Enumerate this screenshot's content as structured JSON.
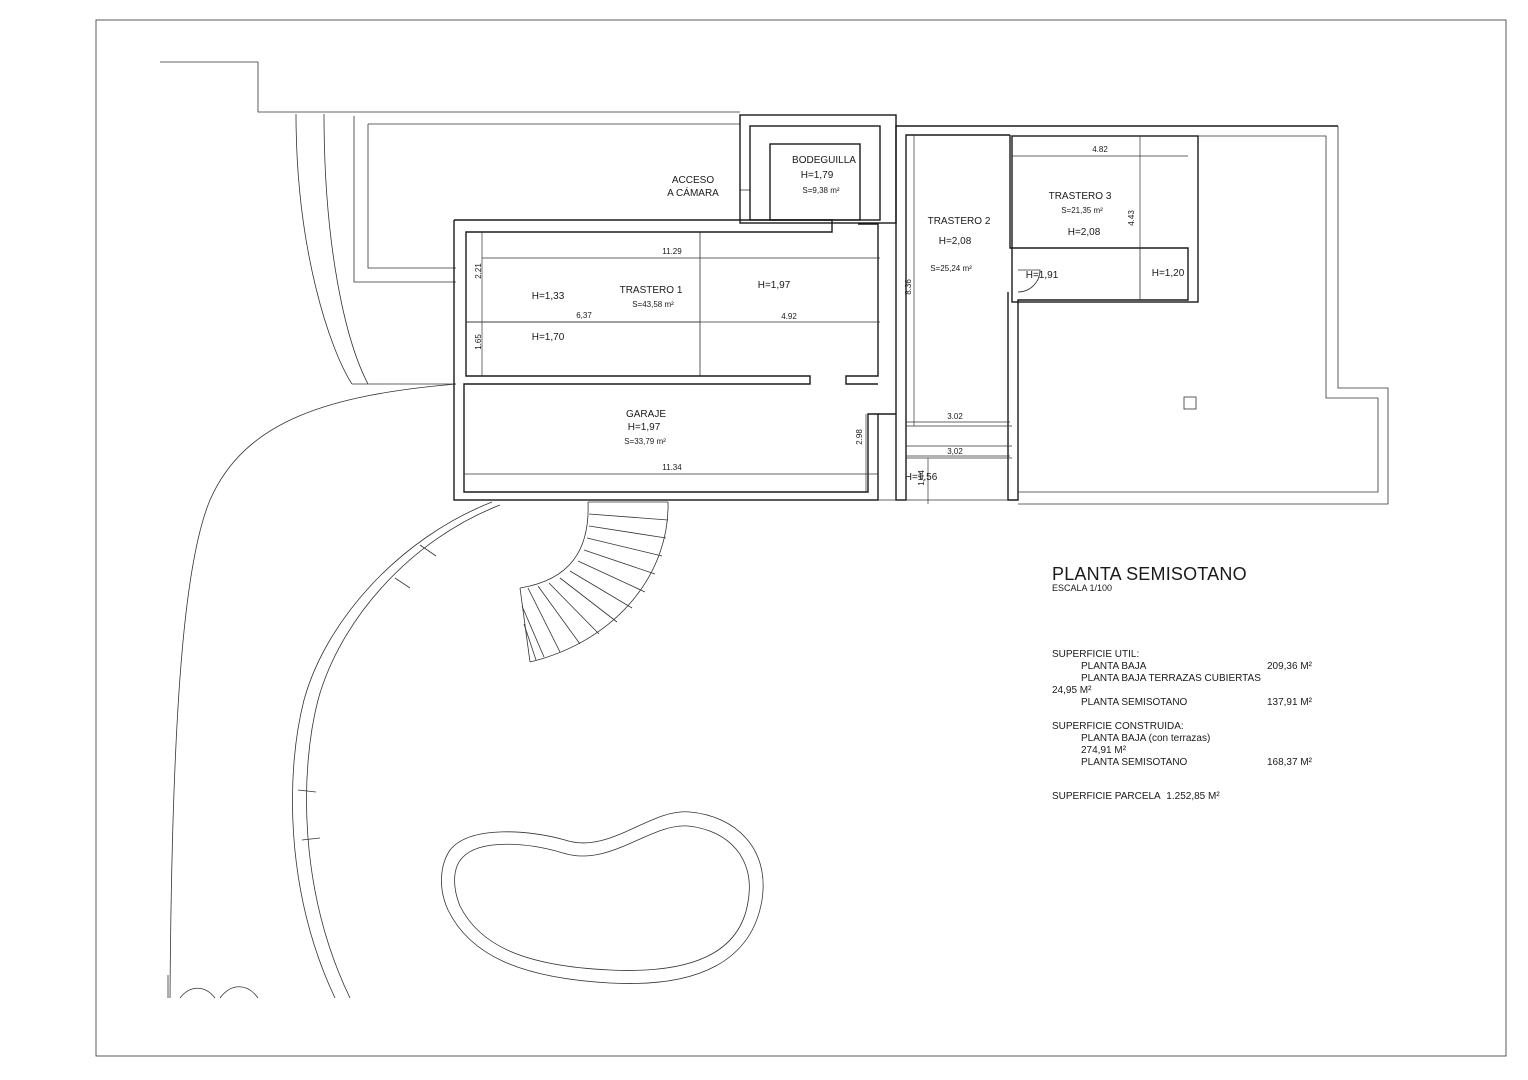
{
  "plan": {
    "title": "PLANTA SEMISOTANO",
    "scale": "ESCALA 1/100",
    "rooms": {
      "bodeguilla": {
        "name": "BODEGUILLA",
        "height": "H=1,79",
        "area": "S=9,38 m²"
      },
      "acceso_1": "ACCESO",
      "acceso_2": "A CÁMARA",
      "trastero1": {
        "name": "TRASTERO 1",
        "area": "S=43,58 m²",
        "h_a": "H=1,33",
        "h_b": "H=1,97",
        "h_c": "H=1,70"
      },
      "trastero2": {
        "name": "TRASTERO 2",
        "height": "H=2,08",
        "area": "S=25,24 m²"
      },
      "trastero3": {
        "name": "TRASTERO 3",
        "area": "S=21,35 m²",
        "height": "H=2,08",
        "h_a": "H=1,91",
        "h_b": "H=1,20"
      },
      "garaje": {
        "name": "GARAJE",
        "height": "H=1,97",
        "area": "S=33,79 m²"
      },
      "small": {
        "height": "H=1,56"
      }
    },
    "dimensions": {
      "d_11_29": "11.29",
      "d_2_21": "2.21",
      "d_6_37": "6,37",
      "d_4_92": "4.92",
      "d_1_65": "1.65",
      "d_8_36": "8.36",
      "d_4_82": "4.82",
      "d_4_43": "4.43",
      "d_3_02a": "3.02",
      "d_3_02b": "3,02",
      "d_2_98": "2.98",
      "d_11_34": "11.34",
      "d_1_44": "1.44"
    }
  },
  "legend": {
    "util_label": "SUPERFICIE UTIL:",
    "util_baja_label": "PLANTA BAJA",
    "util_baja_value": "209,36 M²",
    "util_terr_label": "PLANTA BAJA TERRAZAS CUBIERTAS",
    "util_terr_value": "24,95 M²",
    "util_semi_label": "PLANTA SEMISOTANO",
    "util_semi_value": "137,91 M²",
    "const_label": "SUPERFICIE CONSTRUIDA:",
    "const_baja_label": "PLANTA BAJA (con terrazas)",
    "const_baja_value": "274,91 M²",
    "const_semi_label": "PLANTA SEMISOTANO",
    "const_semi_value": "168,37 M²",
    "parcela_label": "SUPERFICIE PARCELA",
    "parcela_value": "1.252,85 M²"
  }
}
